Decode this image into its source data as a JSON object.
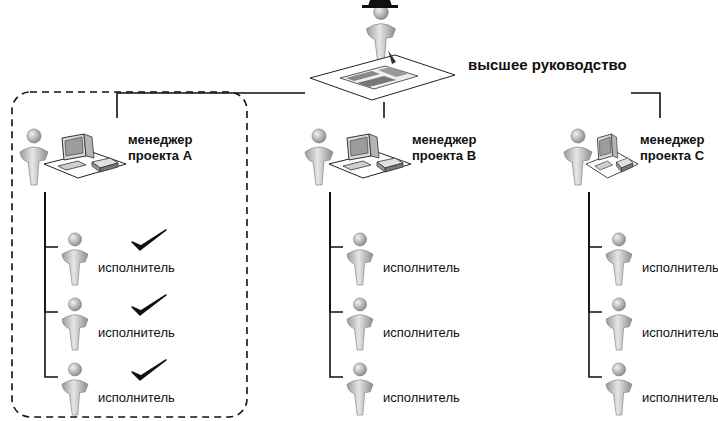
{
  "diagram": {
    "nodes": [
      {
        "text": [
          "высшее руководство"
        ]
      },
      {
        "text": [
          "менеджер проекта A"
        ]
      },
      {
        "text": [
          "исполнитель"
        ]
      },
      {
        "text": [
          "исполнитель"
        ]
      },
      {
        "text": [
          "исполнитель"
        ]
      },
      {
        "text": [
          "менеджер проекта B"
        ]
      },
      {
        "text": [
          "исполнитель"
        ]
      },
      {
        "text": [
          "исполнитель"
        ]
      },
      {
        "text": [
          "исполнитель"
        ]
      },
      {
        "text": [
          "менеджер проекта C"
        ]
      },
      {
        "text": [
          "исполнитель"
        ]
      },
      {
        "text": [
          "исполнитель"
        ]
      },
      {
        "text": [
          "исполнитель"
        ]
      }
    ],
    "edges": [
      {
        "from": 0,
        "to": 1,
        "arrow": "none"
      },
      {
        "from": 0,
        "to": 5,
        "arrow": "none"
      },
      {
        "from": 0,
        "to": 9,
        "arrow": "none"
      },
      {
        "from": 1,
        "to": 2,
        "arrow": "none"
      },
      {
        "from": 1,
        "to": 3,
        "arrow": "none"
      },
      {
        "from": 1,
        "to": 4,
        "arrow": "none"
      },
      {
        "from": 5,
        "to": 6,
        "arrow": "none"
      },
      {
        "from": 5,
        "to": 7,
        "arrow": "none"
      },
      {
        "from": 5,
        "to": 8,
        "arrow": "none"
      },
      {
        "from": 9,
        "to": 10,
        "arrow": "none"
      },
      {
        "from": 9,
        "to": 11,
        "arrow": "none"
      },
      {
        "from": 9,
        "to": 12,
        "arrow": "none"
      }
    ]
  }
}
